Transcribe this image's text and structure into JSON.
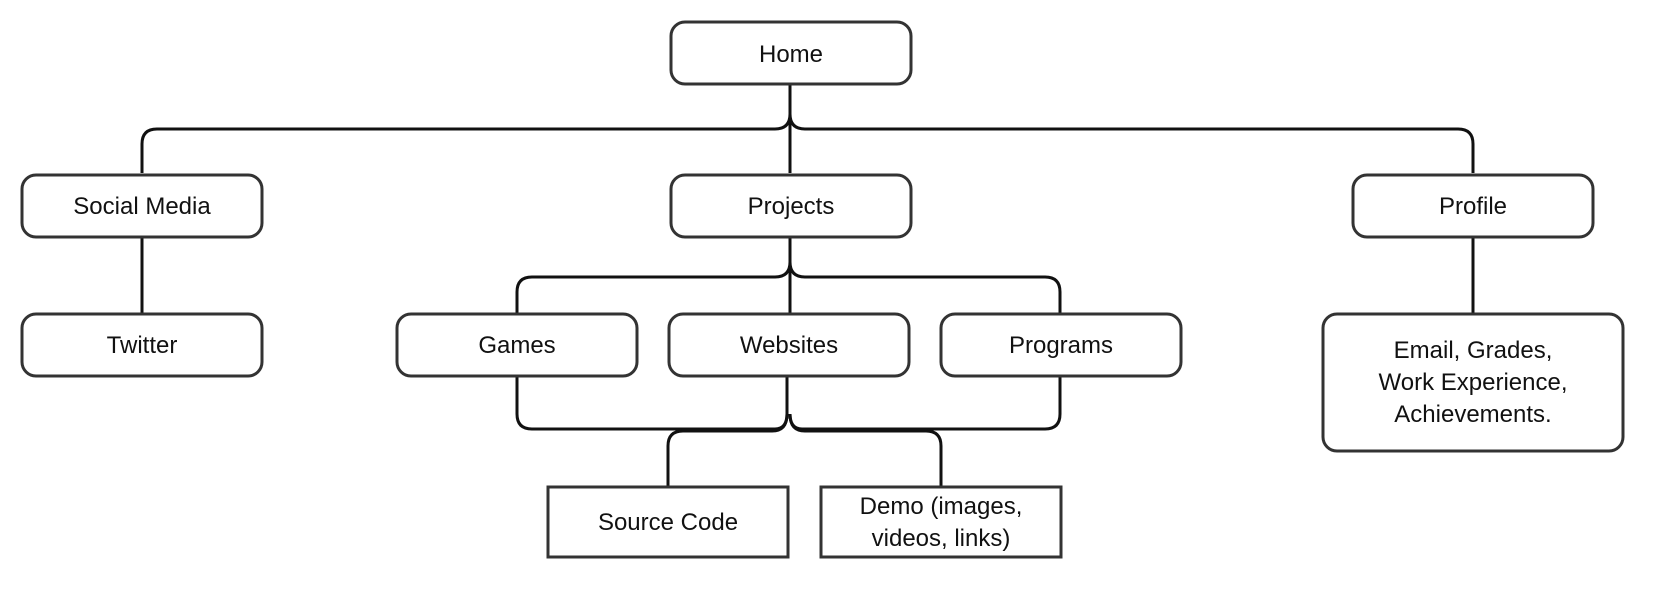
{
  "nodes": {
    "home": "Home",
    "social_media": "Social Media",
    "projects": "Projects",
    "profile": "Profile",
    "twitter": "Twitter",
    "games": "Games",
    "websites": "Websites",
    "programs": "Programs",
    "source_code": "Source Code",
    "demo": [
      "Demo (images,",
      "videos, links)"
    ],
    "profile_details": [
      "Email, Grades,",
      "Work Experience,",
      "Achievements."
    ]
  }
}
